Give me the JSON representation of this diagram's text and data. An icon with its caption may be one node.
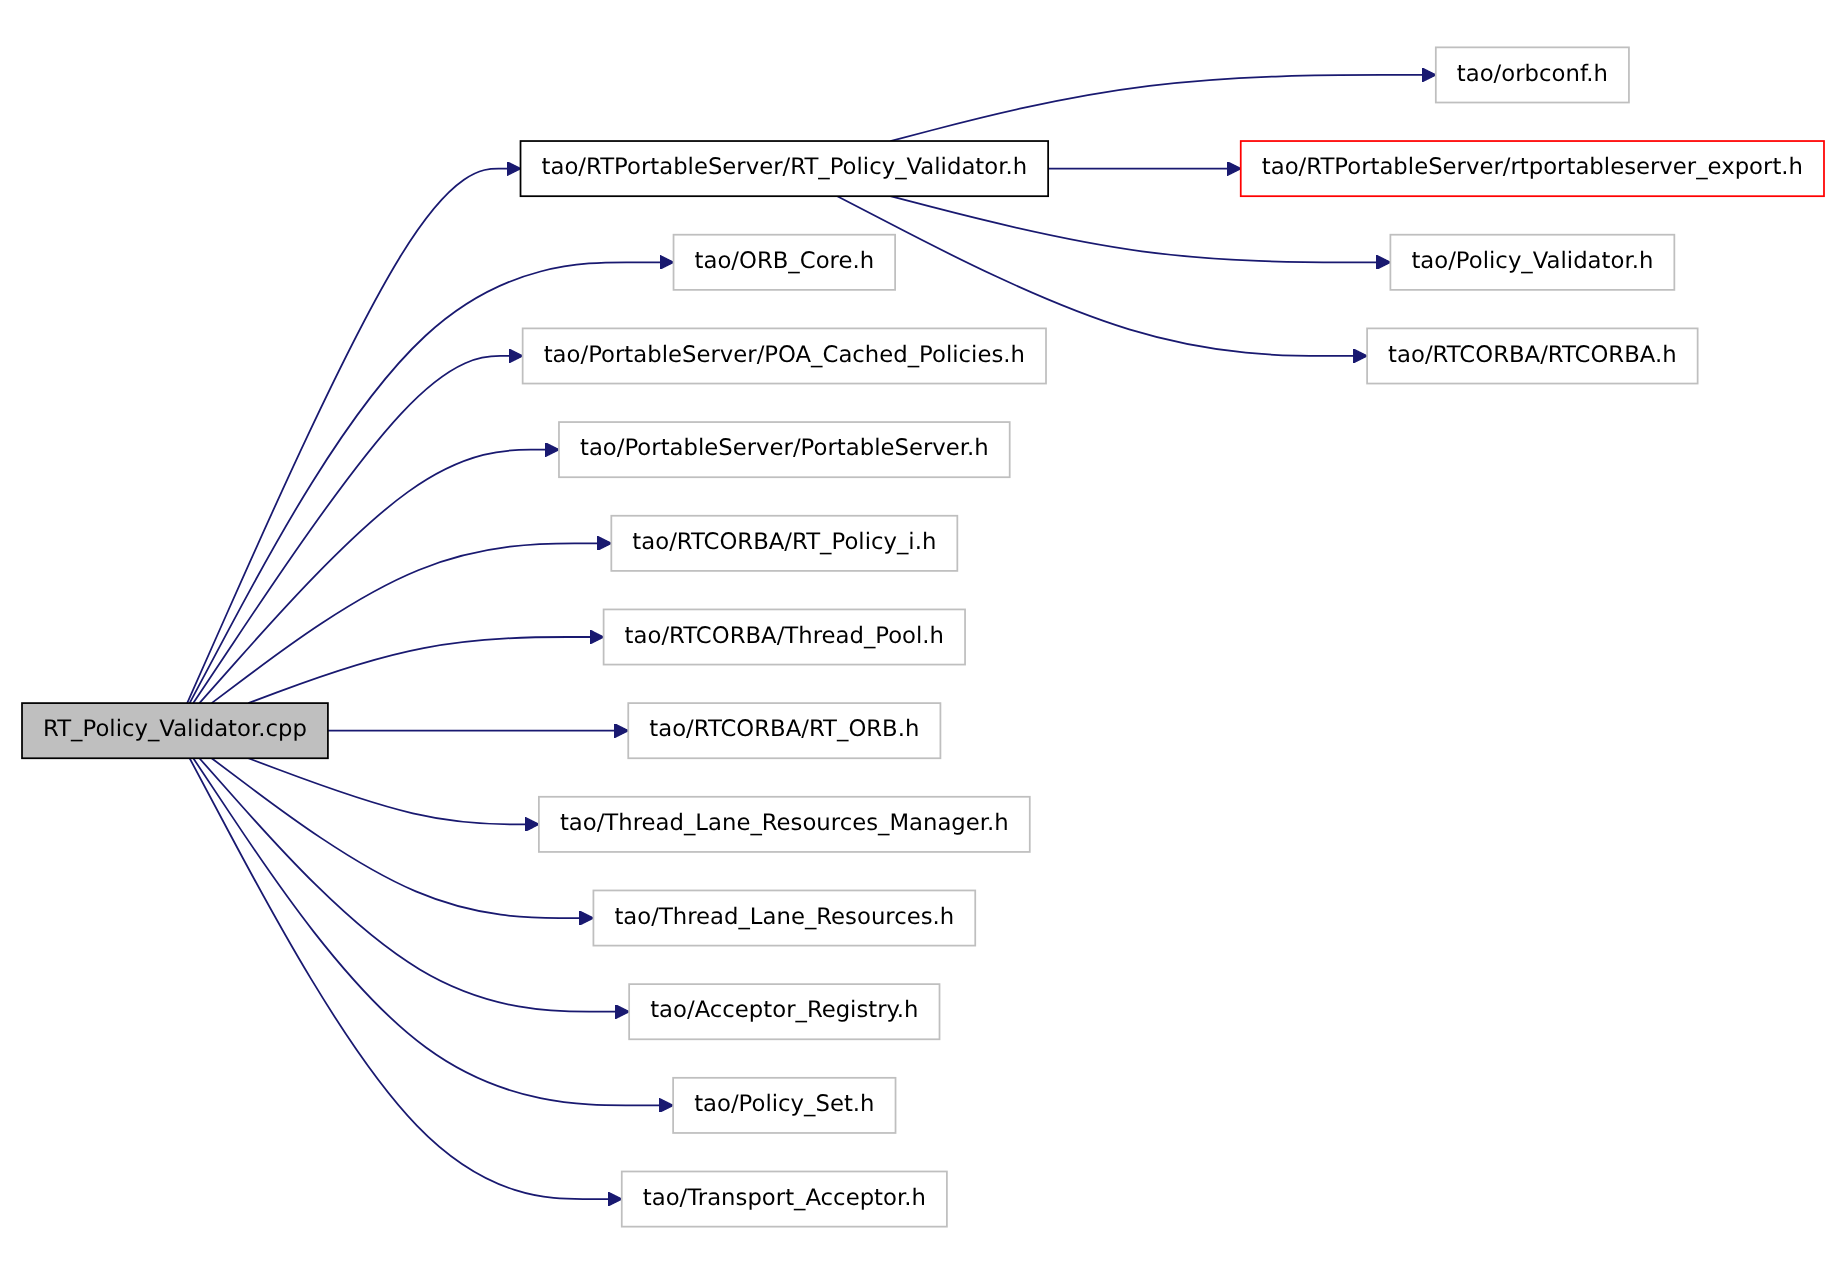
{
  "diagram": {
    "nodes": [
      {
        "text": [
          "RT_Policy_Validator.cpp"
        ]
      },
      {
        "text": [
          "tao/RTPortableServer/RT_Policy_Validator.h"
        ]
      },
      {
        "text": [
          "tao/orbconf.h"
        ]
      },
      {
        "text": [
          "tao/RTPortableServer/rtportableserver_export.h"
        ]
      },
      {
        "text": [
          "tao/Policy_Validator.h"
        ]
      },
      {
        "text": [
          "tao/RTCORBA/RTCORBA.h"
        ]
      },
      {
        "text": [
          "tao/PortableServer/POA_Cached_Policies.h"
        ]
      },
      {
        "text": [
          "tao/PortableServer/PortableServer.h"
        ]
      },
      {
        "text": [
          "tao/RTCORBA/RT_Policy_i.h"
        ]
      },
      {
        "text": [
          "tao/RTCORBA/Thread_Pool.h"
        ]
      },
      {
        "text": [
          "tao/RTCORBA/RT_ORB.h"
        ]
      },
      {
        "text": [
          "tao/Thread_Lane_Resources_Manager.h"
        ]
      },
      {
        "text": [
          "tao/Thread_Lane_Resources.h"
        ]
      },
      {
        "text": [
          "tao/Acceptor_Registry.h"
        ]
      },
      {
        "text": [
          "tao/ORB_Core.h"
        ]
      },
      {
        "text": [
          "tao/Policy_Set.h"
        ]
      },
      {
        "text": [
          "tao/Transport_Acceptor.h"
        ]
      }
    ],
    "edges": [
      {
        "from": 0,
        "to": 1,
        "arrow": "to"
      },
      {
        "from": 1,
        "to": 2,
        "arrow": "to"
      },
      {
        "from": 1,
        "to": 3,
        "arrow": "to"
      },
      {
        "from": 1,
        "to": 4,
        "arrow": "to"
      },
      {
        "from": 1,
        "to": 5,
        "arrow": "to"
      },
      {
        "from": 0,
        "to": 6,
        "arrow": "to"
      },
      {
        "from": 0,
        "to": 7,
        "arrow": "to"
      },
      {
        "from": 0,
        "to": 8,
        "arrow": "to"
      },
      {
        "from": 0,
        "to": 9,
        "arrow": "to"
      },
      {
        "from": 0,
        "to": 10,
        "arrow": "to"
      },
      {
        "from": 0,
        "to": 11,
        "arrow": "to"
      },
      {
        "from": 0,
        "to": 12,
        "arrow": "to"
      },
      {
        "from": 0,
        "to": 13,
        "arrow": "to"
      },
      {
        "from": 0,
        "to": 14,
        "arrow": "to"
      },
      {
        "from": 0,
        "to": 15,
        "arrow": "to"
      },
      {
        "from": 0,
        "to": 16,
        "arrow": "to"
      }
    ]
  }
}
